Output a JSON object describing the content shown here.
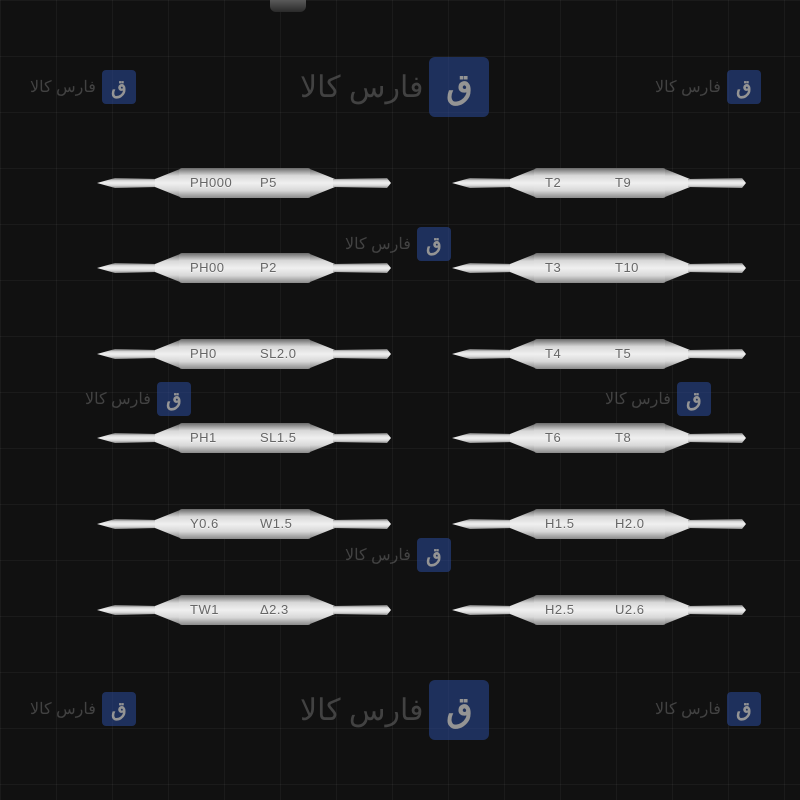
{
  "watermark": {
    "text": "فارس کالا",
    "icon_glyph": "ق",
    "icon_color": "#2a4a9a"
  },
  "colors": {
    "background": "#111111",
    "steel_light": "#d8d8d8",
    "steel_dark": "#8a8a8a",
    "engraving": "#666666"
  },
  "bits": {
    "left": [
      {
        "left": "PH000",
        "right": "P5"
      },
      {
        "left": "PH00",
        "right": "P2"
      },
      {
        "left": "PH0",
        "right": "SL2.0"
      },
      {
        "left": "PH1",
        "right": "SL1.5"
      },
      {
        "left": "Y0.6",
        "right": "W1.5"
      },
      {
        "left": "TW1",
        "right": "Δ2.3"
      }
    ],
    "right": [
      {
        "left": "T2",
        "right": "T9"
      },
      {
        "left": "T3",
        "right": "T10"
      },
      {
        "left": "T4",
        "right": "T5"
      },
      {
        "left": "T6",
        "right": "T8"
      },
      {
        "left": "H1.5",
        "right": "H2.0"
      },
      {
        "left": "H2.5",
        "right": "U2.6"
      }
    ]
  }
}
